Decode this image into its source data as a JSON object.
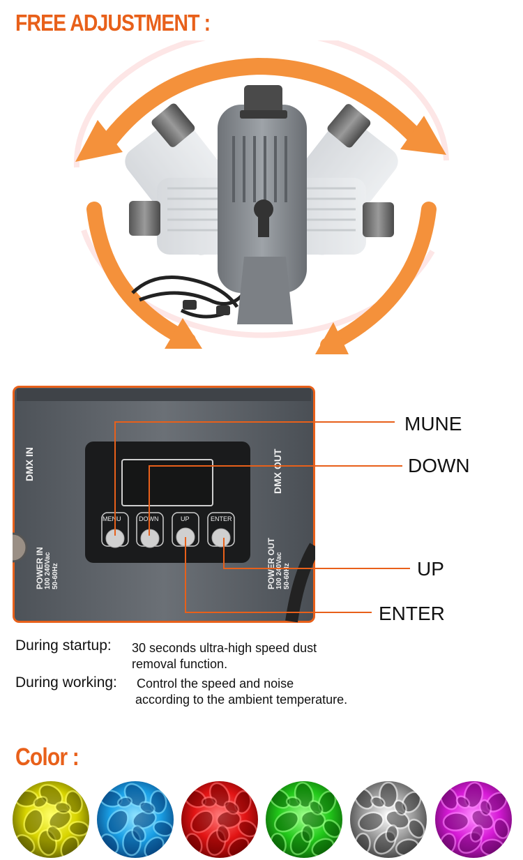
{
  "section_free": {
    "title": "FREE ADJUSTMENT :"
  },
  "panel": {
    "dmx_in": "DMX IN",
    "dmx_out": "DMX OUT",
    "power_in": "POWER IN",
    "power_in_volt": "100 240Vac",
    "power_in_freq": "50-60Hz",
    "power_out": "POWER OUT",
    "power_out_volt": "100 240Vac",
    "power_out_freq": "50-60Hz",
    "buttons": [
      "MENU",
      "DOWN",
      "UP",
      "ENTER"
    ]
  },
  "callouts": {
    "mune": "MUNE",
    "down": "DOWN",
    "up": "UP",
    "enter": "ENTER"
  },
  "features": [
    {
      "label": "During startup:",
      "lines": [
        "30 seconds ultra-high speed dust",
        "removal function."
      ]
    },
    {
      "label": "During working:",
      "lines": [
        "Control the speed and noise",
        "according to the ambient temperature."
      ]
    }
  ],
  "section_color": {
    "title": "Color :"
  },
  "colors": [
    {
      "name": "yellow-swatch",
      "base": "#d8d400",
      "light": "#ffff6a",
      "dark": "#5a5a00"
    },
    {
      "name": "blue-swatch",
      "base": "#1aa0e6",
      "light": "#8fe2ff",
      "dark": "#06407a"
    },
    {
      "name": "red-swatch",
      "base": "#e21414",
      "light": "#ff7a7a",
      "dark": "#6e0000"
    },
    {
      "name": "green-swatch",
      "base": "#22c81a",
      "light": "#9dff8a",
      "dark": "#0a5e06"
    },
    {
      "name": "white-swatch",
      "base": "#9a9a9a",
      "light": "#ffffff",
      "dark": "#3a3a3a"
    },
    {
      "name": "magenta-swatch",
      "base": "#d61ad6",
      "light": "#ff8cff",
      "dark": "#6a066a"
    }
  ],
  "accent": "#e8601a"
}
